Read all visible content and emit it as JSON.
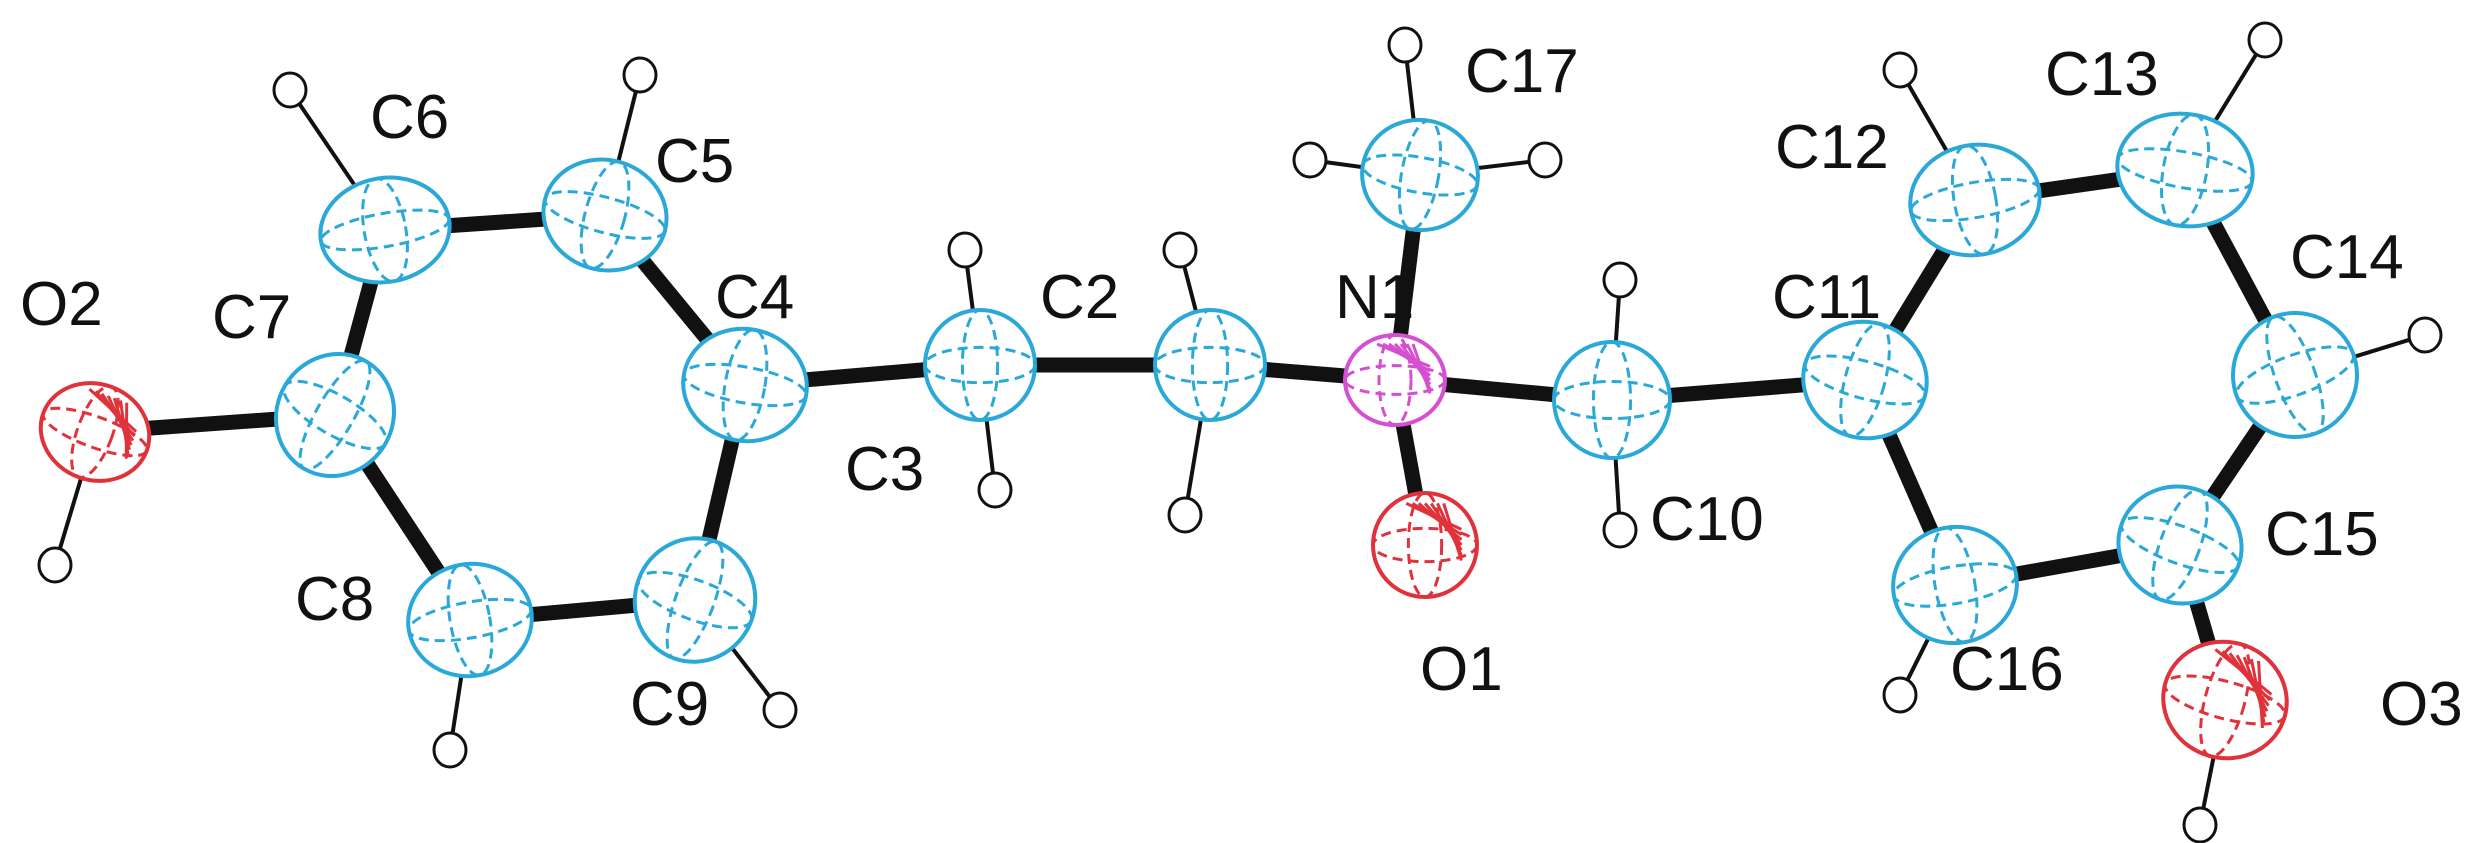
{
  "molecule": {
    "atoms": [
      {
        "id": "O2",
        "element": "O",
        "label": "O2"
      },
      {
        "id": "C7",
        "element": "C",
        "label": "C7"
      },
      {
        "id": "C6",
        "element": "C",
        "label": "C6"
      },
      {
        "id": "C5",
        "element": "C",
        "label": "C5"
      },
      {
        "id": "C4",
        "element": "C",
        "label": "C4"
      },
      {
        "id": "C9",
        "element": "C",
        "label": "C9"
      },
      {
        "id": "C8",
        "element": "C",
        "label": "C8"
      },
      {
        "id": "C3",
        "element": "C",
        "label": "C3"
      },
      {
        "id": "C2",
        "element": "C",
        "label": "C2"
      },
      {
        "id": "N1",
        "element": "N",
        "label": "N1"
      },
      {
        "id": "C17",
        "element": "C",
        "label": "C17"
      },
      {
        "id": "O1",
        "element": "O",
        "label": "O1"
      },
      {
        "id": "C10",
        "element": "C",
        "label": "C10"
      },
      {
        "id": "C11",
        "element": "C",
        "label": "C11"
      },
      {
        "id": "C12",
        "element": "C",
        "label": "C12"
      },
      {
        "id": "C13",
        "element": "C",
        "label": "C13"
      },
      {
        "id": "C14",
        "element": "C",
        "label": "C14"
      },
      {
        "id": "C15",
        "element": "C",
        "label": "C15"
      },
      {
        "id": "C16",
        "element": "C",
        "label": "C16"
      },
      {
        "id": "O3",
        "element": "O",
        "label": "O3"
      }
    ],
    "bonds": [
      [
        "O2",
        "C7"
      ],
      [
        "C7",
        "C6"
      ],
      [
        "C6",
        "C5"
      ],
      [
        "C5",
        "C4"
      ],
      [
        "C4",
        "C9"
      ],
      [
        "C9",
        "C8"
      ],
      [
        "C8",
        "C7"
      ],
      [
        "C4",
        "C3"
      ],
      [
        "C3",
        "C2"
      ],
      [
        "C2",
        "N1"
      ],
      [
        "N1",
        "C17"
      ],
      [
        "N1",
        "O1"
      ],
      [
        "N1",
        "C10"
      ],
      [
        "C10",
        "C11"
      ],
      [
        "C11",
        "C12"
      ],
      [
        "C12",
        "C13"
      ],
      [
        "C13",
        "C14"
      ],
      [
        "C14",
        "C15"
      ],
      [
        "C15",
        "C16"
      ],
      [
        "C16",
        "C11"
      ],
      [
        "C15",
        "O3"
      ]
    ],
    "element_colors": {
      "C": "#2aa8d8",
      "N": "#d64fd0",
      "O": "#e0323a"
    }
  }
}
